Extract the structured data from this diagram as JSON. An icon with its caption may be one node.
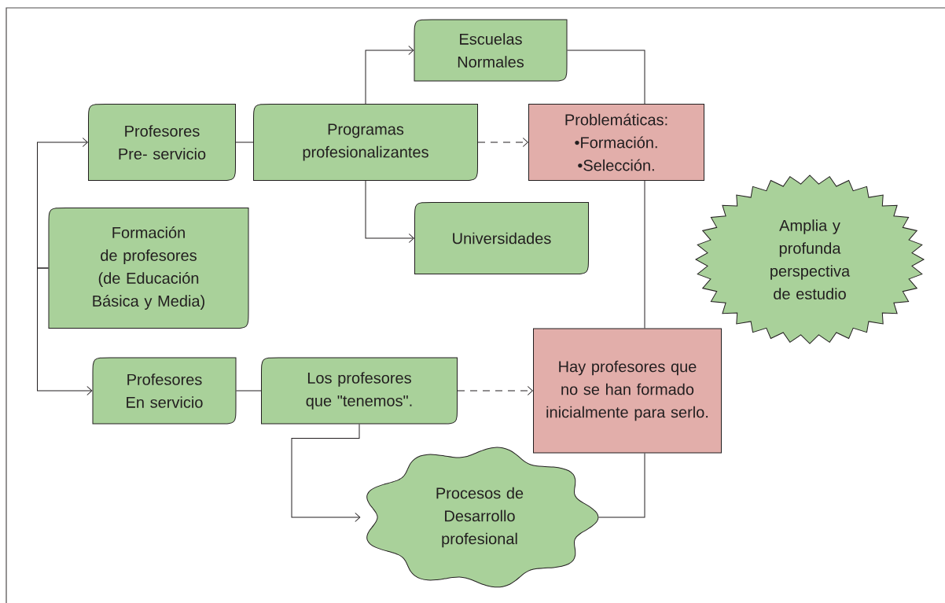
{
  "diagram": {
    "nodes": [
      {
        "text": [
          "Profesores Pre- servicio"
        ]
      },
      {
        "text": [
          "Programas profesionalizantes"
        ]
      },
      {
        "text": [
          "Escuelas Normales"
        ]
      },
      {
        "text": [
          "Universidades"
        ]
      },
      {
        "text": [
          "Problemáticas:",
          "•Formación.",
          "•Selección."
        ]
      },
      {
        "text": [
          "Formación de profesores (de Educación Básica y Media)"
        ]
      },
      {
        "text": [
          "Amplia y profunda perspectiva de estudio"
        ]
      },
      {
        "text": [
          "Profesores En servicio"
        ]
      },
      {
        "text": [
          "Los profesores que \"tenemos\"."
        ]
      },
      {
        "text": [
          "Hay profesores que no se han formado inicialmente para serlo."
        ]
      },
      {
        "text": [
          "Procesos de Desarrollo profesional"
        ]
      }
    ],
    "edges": [
      {
        "from": 5,
        "to": 0,
        "arrow": "to"
      },
      {
        "from": 5,
        "to": 7,
        "arrow": "to"
      },
      {
        "from": 0,
        "to": 1,
        "arrow": "none"
      },
      {
        "from": 1,
        "to": 2,
        "arrow": "to"
      },
      {
        "from": 1,
        "to": 3,
        "arrow": "to"
      },
      {
        "from": 1,
        "to": 4,
        "arrow": "to",
        "style": "dashed"
      },
      {
        "from": 2,
        "to": 4,
        "arrow": "none"
      },
      {
        "from": 4,
        "to": 9,
        "arrow": "none"
      },
      {
        "from": 9,
        "to": 10,
        "arrow": "none"
      },
      {
        "from": 7,
        "to": 8,
        "arrow": "none"
      },
      {
        "from": 8,
        "to": 9,
        "arrow": "to",
        "style": "dashed"
      },
      {
        "from": 8,
        "to": 10,
        "arrow": "to"
      }
    ]
  }
}
